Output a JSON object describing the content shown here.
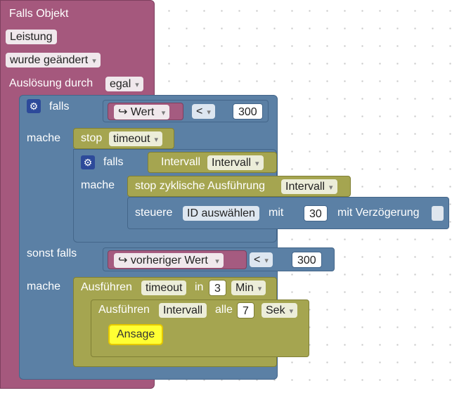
{
  "event": {
    "title": "Falls Objekt",
    "object_name": "Leistung",
    "condition": "wurde geändert",
    "trigger_label": "Auslösung durch",
    "trigger_value": "egal"
  },
  "if1": {
    "falls": "falls",
    "mache": "mache",
    "var_icon": "↪",
    "var_label": "Wert",
    "operator": "<",
    "value": "300"
  },
  "stop": {
    "label": "stop",
    "target": "timeout"
  },
  "if2": {
    "falls": "falls",
    "mache": "mache",
    "var_label": "Intervall",
    "var_value": "Intervall"
  },
  "stopcycle": {
    "label": "stop zyklische Ausführung",
    "target": "Intervall"
  },
  "control": {
    "label": "steuere",
    "id_value": "ID auswählen",
    "mit": "mit",
    "value": "30",
    "delay_label": "mit Verzögerung"
  },
  "elseif": {
    "label": "sonst falls",
    "mache": "mache",
    "var_icon": "↪",
    "var_label": "vorheriger Wert",
    "operator": "<",
    "value": "300"
  },
  "timeout": {
    "label": "Ausführen",
    "name": "timeout",
    "in": "in",
    "value": "3",
    "unit": "Min"
  },
  "interval": {
    "label": "Ausführen",
    "name": "Intervall",
    "alle": "alle",
    "value": "7",
    "unit": "Sek"
  },
  "ansage": {
    "label": "Ansage"
  },
  "colors": {
    "event": "#a5587d",
    "logic": "#5b80a5",
    "timer": "#a5a550",
    "ansage": "#ffff33"
  }
}
